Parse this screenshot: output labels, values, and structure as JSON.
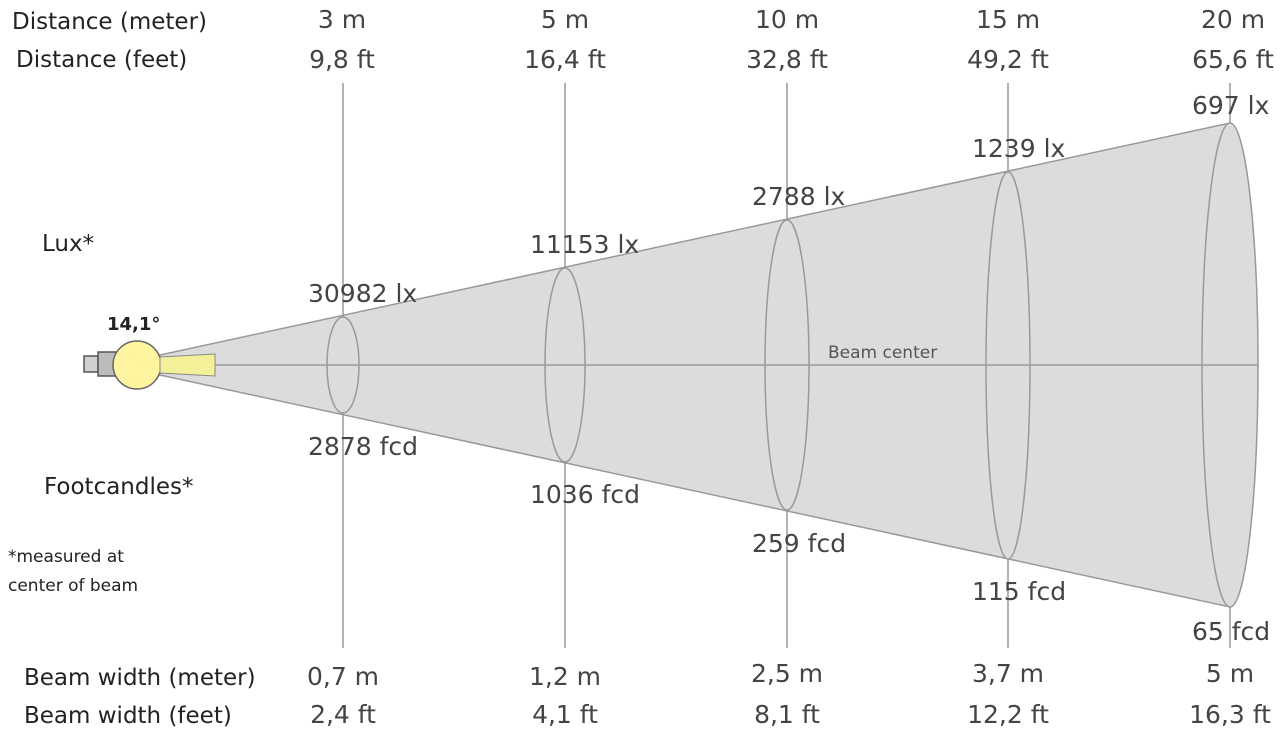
{
  "labels": {
    "distance_meter": "Distance (meter)",
    "distance_feet": "Distance (feet)",
    "lux": "Lux*",
    "footcandles": "Footcandles*",
    "note_line1": "*measured at",
    "note_line2": "center of beam",
    "beam_width_meter": "Beam width (meter)",
    "beam_width_feet": "Beam width (feet)",
    "beam_center": "Beam center",
    "beam_angle": "14,1°"
  },
  "colors": {
    "cone_fill": "#dcdcdc",
    "lens_fill": "#f3f09a",
    "bulb_fill": "#fff4a0",
    "line": "#999999"
  },
  "stations": [
    {
      "dist_m": "3 m",
      "dist_ft": "9,8 ft",
      "lux": "30982 lx",
      "fcd": "2878 fcd",
      "width_m": "0,7 m",
      "width_ft": "2,4 ft"
    },
    {
      "dist_m": "5 m",
      "dist_ft": "16,4 ft",
      "lux": "11153 lx",
      "fcd": "1036 fcd",
      "width_m": "1,2 m",
      "width_ft": "4,1 ft"
    },
    {
      "dist_m": "10 m",
      "dist_ft": "32,8 ft",
      "lux": "2788 lx",
      "fcd": "259 fcd",
      "width_m": "2,5 m",
      "width_ft": "8,1 ft"
    },
    {
      "dist_m": "15 m",
      "dist_ft": "49,2 ft",
      "lux": "1239 lx",
      "fcd": "115 fcd",
      "width_m": "3,7 m",
      "width_ft": "12,2 ft"
    },
    {
      "dist_m": "20 m",
      "dist_ft": "65,6 ft",
      "lux": "697 lx",
      "fcd": "65 fcd",
      "width_m": "5 m",
      "width_ft": "16,3 ft"
    }
  ]
}
